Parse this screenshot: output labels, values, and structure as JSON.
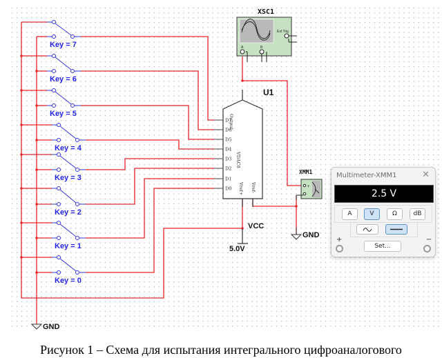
{
  "caption": "Рисунок 1 – Схема для испытания интегрального цифроаналогового",
  "switches": [
    {
      "label": "Key = 7",
      "bit": "D7"
    },
    {
      "label": "Key = 6",
      "bit": "D6"
    },
    {
      "label": "Key = 5",
      "bit": "D5"
    },
    {
      "label": "Key = 4",
      "bit": "D4"
    },
    {
      "label": "Key = 3",
      "bit": "D3"
    },
    {
      "label": "Key = 2",
      "bit": "D2"
    },
    {
      "label": "Key = 1",
      "bit": "D1"
    },
    {
      "label": "Key = 0",
      "bit": "D0"
    }
  ],
  "dac": {
    "ref": "U1",
    "model": "VDAC8",
    "output_pin": "Output",
    "pins": [
      "D7",
      "D6",
      "D5",
      "D4",
      "D3",
      "D2",
      "D1",
      "D0"
    ],
    "vref_plus": "Vref+",
    "vref_minus": "Vref-"
  },
  "oscilloscope": {
    "ref": "XSC1",
    "channel_a": "A",
    "channel_b": "B",
    "ext_trig": "Ext Trig"
  },
  "multimeter_symbol": {
    "ref": "XMM1"
  },
  "power": {
    "name": "VCC",
    "value": "5.0V"
  },
  "grounds": [
    "GND",
    "GND"
  ],
  "multimeter_window": {
    "title": "Multimeter-XMM1",
    "reading": "2.5 V",
    "modes": [
      "A",
      "V",
      "Ω",
      "dB"
    ],
    "active_mode": "V",
    "coupling": [
      "ac",
      "dc"
    ],
    "active_coupling": "dc",
    "set_label": "Set...",
    "plus_label": "+",
    "minus_label": "−"
  },
  "colors": {
    "wire": "#e8242a",
    "switch": "#3535e0",
    "label_blue": "#2323e6",
    "component": "#333333",
    "instrument_green": "#c6e2c2"
  }
}
